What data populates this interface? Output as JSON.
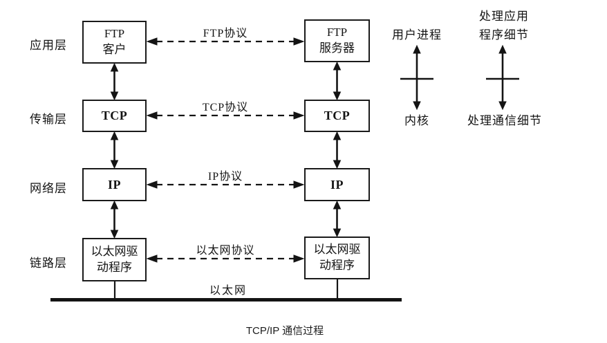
{
  "title": "TCP/IP 通信过程",
  "colors": {
    "ink": "#141414",
    "paper": "#ffffff"
  },
  "layers": [
    {
      "label": "应用层",
      "left_node": "FTP\n客户",
      "right_node": "FTP\n服务器",
      "protocol": "FTP协议"
    },
    {
      "label": "传输层",
      "left_node": "TCP",
      "right_node": "TCP",
      "protocol": "TCP协议"
    },
    {
      "label": "网络层",
      "left_node": "IP",
      "right_node": "IP",
      "protocol": "IP协议"
    },
    {
      "label": "链路层",
      "left_node": "以太网驱\n动程序",
      "right_node": "以太网驱\n动程序",
      "protocol": "以太网协议"
    }
  ],
  "ethernet_label": "以太网",
  "annotations": {
    "user_process": "用户进程",
    "kernel": "内核",
    "app_details": "处理应用\n程序细节",
    "comm_details": "处理通信细节"
  }
}
